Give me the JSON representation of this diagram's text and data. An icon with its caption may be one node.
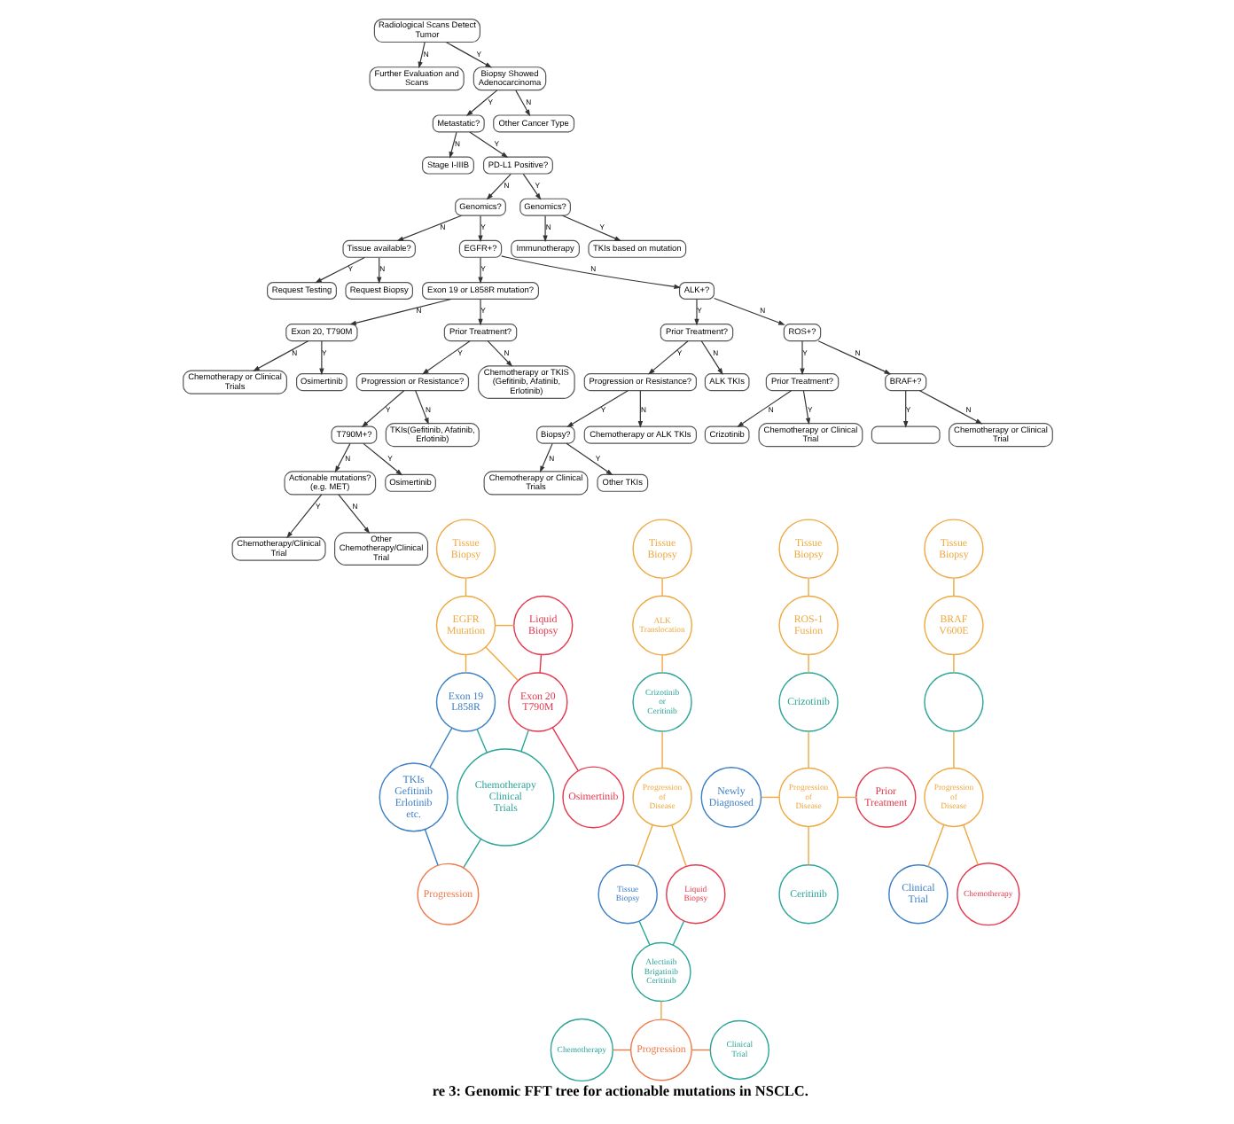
{
  "diagram": {
    "caption": "re 3: Genomic FFT tree for actionable mutations in NSCLC.",
    "nodes": [
      {
        "text": [
          "Radiological Scans Detect Tumor"
        ]
      },
      {
        "text": [
          "Further Evaluation and Scans"
        ]
      },
      {
        "text": [
          "Biopsy Showed Adenocarcinoma"
        ]
      },
      {
        "text": [
          "Metastatic?"
        ]
      },
      {
        "text": [
          "Other Cancer Type"
        ]
      },
      {
        "text": [
          "Stage I-IIIB"
        ]
      },
      {
        "text": [
          "PD-L1 Positive?"
        ]
      },
      {
        "text": [
          "Genomics?"
        ]
      },
      {
        "text": [
          "Genomics?"
        ]
      },
      {
        "text": [
          "Immunotherapy"
        ]
      },
      {
        "text": [
          "TKIs based on mutation"
        ]
      },
      {
        "text": [
          "Tissue available?"
        ]
      },
      {
        "text": [
          "EGFR+?"
        ]
      },
      {
        "text": [
          "Request Testing"
        ]
      },
      {
        "text": [
          "Request Biopsy"
        ]
      },
      {
        "text": [
          "Exon 19 or L858R mutation?"
        ]
      },
      {
        "text": [
          "ALK+?"
        ]
      },
      {
        "text": [
          "Exon 20, T790M"
        ]
      },
      {
        "text": [
          "Prior Treatment?"
        ]
      },
      {
        "text": [
          "Chemotherapy or Clinical Trials"
        ]
      },
      {
        "text": [
          "Osimertinib"
        ]
      },
      {
        "text": [
          "Progression or Resistance?"
        ]
      },
      {
        "text": [
          "Chemotherapy or TKIS (Gefitinib, Afatinib, Erlotinib)"
        ]
      },
      {
        "text": [
          "T790M+?"
        ]
      },
      {
        "text": [
          "TKIs(Gefitinib, Afatinib, Erlotinib)"
        ]
      },
      {
        "text": [
          "Actionable mutations? (e.g. MET)"
        ]
      },
      {
        "text": [
          "Osimertinib"
        ]
      },
      {
        "text": [
          "Chemotherapy/Clinical Trial"
        ]
      },
      {
        "text": [
          "Other Chemotherapy/Clinical Trial"
        ]
      },
      {
        "text": [
          "Prior Treatment?"
        ]
      },
      {
        "text": [
          "ROS+?"
        ]
      },
      {
        "text": [
          "Progression or Resistance?"
        ]
      },
      {
        "text": [
          "ALK TKIs"
        ]
      },
      {
        "text": [
          "Biopsy?"
        ]
      },
      {
        "text": [
          "Chemotherapy or ALK TKIs"
        ]
      },
      {
        "text": [
          "Chemotherapy or Clinical Trials"
        ]
      },
      {
        "text": [
          "Other TKIs"
        ]
      },
      {
        "text": [
          "Prior Treatment?"
        ]
      },
      {
        "text": [
          "BRAF+?"
        ]
      },
      {
        "text": [
          "Crizotinib"
        ]
      },
      {
        "text": [
          "Chemotherapy or Clinical Trial"
        ]
      },
      {
        "text": [],
        "shape": "box"
      },
      {
        "text": [
          "Chemotherapy or Clinical Trial"
        ]
      },
      {
        "text": [
          "Tissue Biopsy"
        ]
      },
      {
        "text": [
          "EGFR Mutation"
        ]
      },
      {
        "text": [
          "Liquid Biopsy"
        ]
      },
      {
        "text": [
          "Exon 19 L858R"
        ]
      },
      {
        "text": [
          "Exon 20 T790M"
        ]
      },
      {
        "text": [
          "TKIs Gefitinib Erlotinib etc."
        ]
      },
      {
        "text": [
          "Chemotherapy Clinical Trials"
        ]
      },
      {
        "text": [
          "Osimertinib"
        ]
      },
      {
        "text": [
          "Progression"
        ]
      },
      {
        "text": [
          "Tissue Biopsy"
        ]
      },
      {
        "text": [
          "ALK Translocation"
        ]
      },
      {
        "text": [
          "Crizotinib or Ceritinib"
        ]
      },
      {
        "text": [
          "Progression of Disease"
        ]
      },
      {
        "text": [
          "Tissue Biopsy"
        ]
      },
      {
        "text": [
          "Liquid Biopsy"
        ]
      },
      {
        "text": [
          "Alectinib Brigatinib Ceritinib"
        ]
      },
      {
        "text": [
          "Chemotherapy"
        ]
      },
      {
        "text": [
          "Progression"
        ]
      },
      {
        "text": [
          "Clinical Trial"
        ]
      },
      {
        "text": [
          "Tissue Biopsy"
        ]
      },
      {
        "text": [
          "ROS-1 Fusion"
        ]
      },
      {
        "text": [
          "Crizotinib"
        ]
      },
      {
        "text": [
          "Newly Diagnosed"
        ]
      },
      {
        "text": [
          "Progression of Disease"
        ]
      },
      {
        "text": [
          "Prior Treatment"
        ]
      },
      {
        "text": [
          "Ceritinib"
        ]
      },
      {
        "text": [
          "Tissue Biopsy"
        ]
      },
      {
        "text": [
          "BRAF V600E"
        ]
      },
      {
        "text": [],
        "shape": "circle"
      },
      {
        "text": [
          "Progression of Disease"
        ]
      },
      {
        "text": [
          "Clinical Trial"
        ]
      },
      {
        "text": [
          "Chemotherapy"
        ]
      }
    ],
    "edges": [
      {
        "from": 0,
        "to": 1,
        "arrow": "to",
        "label": "N"
      },
      {
        "from": 0,
        "to": 2,
        "arrow": "to",
        "label": "Y"
      },
      {
        "from": 2,
        "to": 3,
        "arrow": "to",
        "label": "Y"
      },
      {
        "from": 2,
        "to": 4,
        "arrow": "to",
        "label": "N"
      },
      {
        "from": 3,
        "to": 5,
        "arrow": "to",
        "label": "N"
      },
      {
        "from": 3,
        "to": 6,
        "arrow": "to",
        "label": "Y"
      },
      {
        "from": 6,
        "to": 7,
        "arrow": "to",
        "label": "N"
      },
      {
        "from": 6,
        "to": 8,
        "arrow": "to",
        "label": "Y"
      },
      {
        "from": 8,
        "to": 9,
        "arrow": "to",
        "label": "N"
      },
      {
        "from": 8,
        "to": 10,
        "arrow": "to",
        "label": "Y"
      },
      {
        "from": 7,
        "to": 11,
        "arrow": "to",
        "label": "N"
      },
      {
        "from": 7,
        "to": 12,
        "arrow": "to",
        "label": "Y"
      },
      {
        "from": 11,
        "to": 13,
        "arrow": "to",
        "label": "Y"
      },
      {
        "from": 11,
        "to": 14,
        "arrow": "to",
        "label": "N"
      },
      {
        "from": 12,
        "to": 15,
        "arrow": "to",
        "label": "Y"
      },
      {
        "from": 12,
        "to": 16,
        "arrow": "to",
        "label": "N"
      },
      {
        "from": 15,
        "to": 17,
        "arrow": "to",
        "label": "N"
      },
      {
        "from": 15,
        "to": 18,
        "arrow": "to",
        "label": "Y"
      },
      {
        "from": 17,
        "to": 19,
        "arrow": "to",
        "label": "N"
      },
      {
        "from": 17,
        "to": 20,
        "arrow": "to",
        "label": "Y"
      },
      {
        "from": 18,
        "to": 21,
        "arrow": "to",
        "label": "Y"
      },
      {
        "from": 18,
        "to": 22,
        "arrow": "to",
        "label": "N"
      },
      {
        "from": 21,
        "to": 23,
        "arrow": "to",
        "label": "Y"
      },
      {
        "from": 21,
        "to": 24,
        "arrow": "to",
        "label": "N"
      },
      {
        "from": 23,
        "to": 25,
        "arrow": "to",
        "label": "N"
      },
      {
        "from": 23,
        "to": 26,
        "arrow": "to",
        "label": "Y"
      },
      {
        "from": 25,
        "to": 27,
        "arrow": "to",
        "label": "Y"
      },
      {
        "from": 25,
        "to": 28,
        "arrow": "to",
        "label": "N"
      },
      {
        "from": 16,
        "to": 29,
        "arrow": "to",
        "label": "Y"
      },
      {
        "from": 16,
        "to": 30,
        "arrow": "to",
        "label": "N"
      },
      {
        "from": 29,
        "to": 31,
        "arrow": "to",
        "label": "Y"
      },
      {
        "from": 29,
        "to": 32,
        "arrow": "to",
        "label": "N"
      },
      {
        "from": 31,
        "to": 33,
        "arrow": "to",
        "label": "Y"
      },
      {
        "from": 31,
        "to": 34,
        "arrow": "to",
        "label": "N"
      },
      {
        "from": 33,
        "to": 35,
        "arrow": "to",
        "label": "N"
      },
      {
        "from": 33,
        "to": 36,
        "arrow": "to",
        "label": "Y"
      },
      {
        "from": 30,
        "to": 37,
        "arrow": "to",
        "label": "Y"
      },
      {
        "from": 30,
        "to": 38,
        "arrow": "to",
        "label": "N"
      },
      {
        "from": 37,
        "to": 39,
        "arrow": "to",
        "label": "N"
      },
      {
        "from": 37,
        "to": 40,
        "arrow": "to",
        "label": "Y"
      },
      {
        "from": 38,
        "to": 41,
        "arrow": "to",
        "label": "Y"
      },
      {
        "from": 38,
        "to": 42,
        "arrow": "to",
        "label": "N"
      },
      {
        "from": 43,
        "to": 44,
        "arrow": "none",
        "color": "#eea942"
      },
      {
        "from": 44,
        "to": 45,
        "arrow": "none",
        "color": "#eea942"
      },
      {
        "from": 44,
        "to": 46,
        "arrow": "none",
        "color": "#eea942"
      },
      {
        "from": 44,
        "to": 47,
        "arrow": "none",
        "color": "#eea942"
      },
      {
        "from": 45,
        "to": 47,
        "arrow": "none",
        "color": "#e5384f"
      },
      {
        "from": 46,
        "to": 48,
        "arrow": "none",
        "color": "#3d7fc4"
      },
      {
        "from": 46,
        "to": 49,
        "arrow": "none",
        "color": "#2ba597"
      },
      {
        "from": 47,
        "to": 49,
        "arrow": "none",
        "color": "#2ba597"
      },
      {
        "from": 47,
        "to": 50,
        "arrow": "none",
        "color": "#e5384f"
      },
      {
        "from": 48,
        "to": 51,
        "arrow": "none",
        "color": "#3d7fc4"
      },
      {
        "from": 49,
        "to": 51,
        "arrow": "none",
        "color": "#2ba597"
      },
      {
        "from": 52,
        "to": 53,
        "arrow": "none",
        "color": "#eea942"
      },
      {
        "from": 53,
        "to": 54,
        "arrow": "none",
        "color": "#eea942"
      },
      {
        "from": 54,
        "to": 55,
        "arrow": "none",
        "color": "#eea942"
      },
      {
        "from": 55,
        "to": 56,
        "arrow": "none",
        "color": "#eea942"
      },
      {
        "from": 55,
        "to": 57,
        "arrow": "none",
        "color": "#eea942"
      },
      {
        "from": 56,
        "to": 58,
        "arrow": "none",
        "color": "#2ba597"
      },
      {
        "from": 57,
        "to": 58,
        "arrow": "none",
        "color": "#2ba597"
      },
      {
        "from": 58,
        "to": 60,
        "arrow": "none",
        "color": "#eea942"
      },
      {
        "from": 59,
        "to": 60,
        "arrow": "none",
        "color": "#ee7a4a"
      },
      {
        "from": 60,
        "to": 61,
        "arrow": "none",
        "color": "#ee7a4a"
      },
      {
        "from": 62,
        "to": 63,
        "arrow": "none",
        "color": "#eea942"
      },
      {
        "from": 63,
        "to": 64,
        "arrow": "none",
        "color": "#eea942"
      },
      {
        "from": 64,
        "to": 66,
        "arrow": "none",
        "color": "#eea942"
      },
      {
        "from": 65,
        "to": 66,
        "arrow": "none",
        "color": "#eea942"
      },
      {
        "from": 66,
        "to": 67,
        "arrow": "none",
        "color": "#eea942"
      },
      {
        "from": 66,
        "to": 68,
        "arrow": "none",
        "color": "#eea942"
      },
      {
        "from": 69,
        "to": 70,
        "arrow": "none",
        "color": "#eea942"
      },
      {
        "from": 70,
        "to": 71,
        "arrow": "none",
        "color": "#eea942"
      },
      {
        "from": 71,
        "to": 72,
        "arrow": "none",
        "color": "#eea942"
      },
      {
        "from": 72,
        "to": 73,
        "arrow": "none",
        "color": "#eea942"
      },
      {
        "from": 72,
        "to": 74,
        "arrow": "none",
        "color": "#eea942"
      }
    ]
  }
}
